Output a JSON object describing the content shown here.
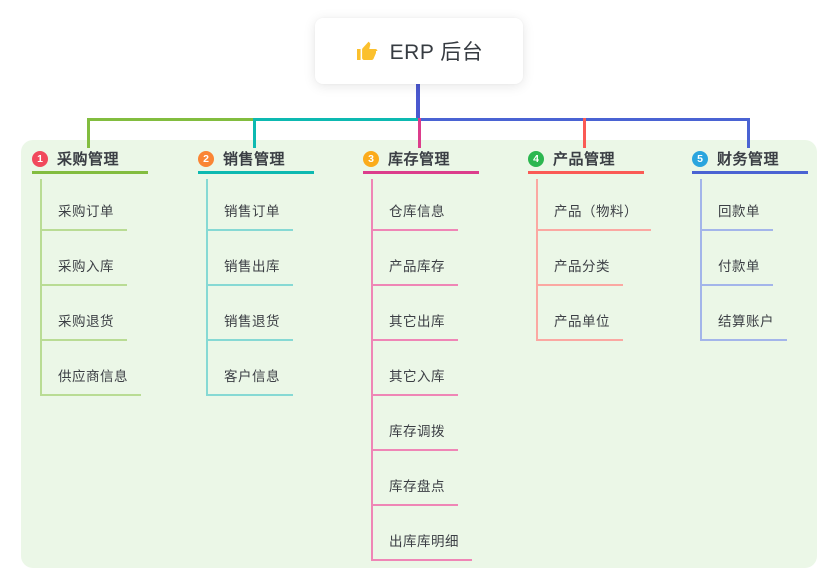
{
  "root": {
    "title": "ERP 后台",
    "icon": "thumbs-up-icon",
    "icon_color": "#fbc02d",
    "line_color": "#4a58cf"
  },
  "canvas": {
    "panel_background": "#ebf7e7",
    "page_background": "#ffffff"
  },
  "branches": [
    {
      "index": "1",
      "label": "采购管理",
      "badge_color": "#f1495c",
      "line_color": "#82bd3f",
      "child_line_color": "#b9dc94",
      "children": [
        "采购订单",
        "采购入库",
        "采购退货",
        "供应商信息"
      ]
    },
    {
      "index": "2",
      "label": "销售管理",
      "badge_color": "#fa8534",
      "line_color": "#0db9b1",
      "child_line_color": "#86d9d4",
      "children": [
        "销售订单",
        "销售出库",
        "销售退货",
        "客户信息"
      ]
    },
    {
      "index": "3",
      "label": "库存管理",
      "badge_color": "#fbab1b",
      "line_color": "#dc3d8c",
      "child_line_color": "#ef86b6",
      "children": [
        "仓库信息",
        "产品库存",
        "其它出库",
        "其它入库",
        "库存调拨",
        "库存盘点",
        "出库库明细"
      ]
    },
    {
      "index": "4",
      "label": "产品管理",
      "badge_color": "#2cb750",
      "line_color": "#fa5a55",
      "child_line_color": "#fba8a2",
      "children": [
        "产品（物料）",
        "产品分类",
        "产品单位"
      ]
    },
    {
      "index": "5",
      "label": "财务管理",
      "badge_color": "#2aa5de",
      "line_color": "#4a63d3",
      "child_line_color": "#a3b5ea",
      "children": [
        "回款单",
        "付款单",
        "结算账户"
      ]
    }
  ]
}
